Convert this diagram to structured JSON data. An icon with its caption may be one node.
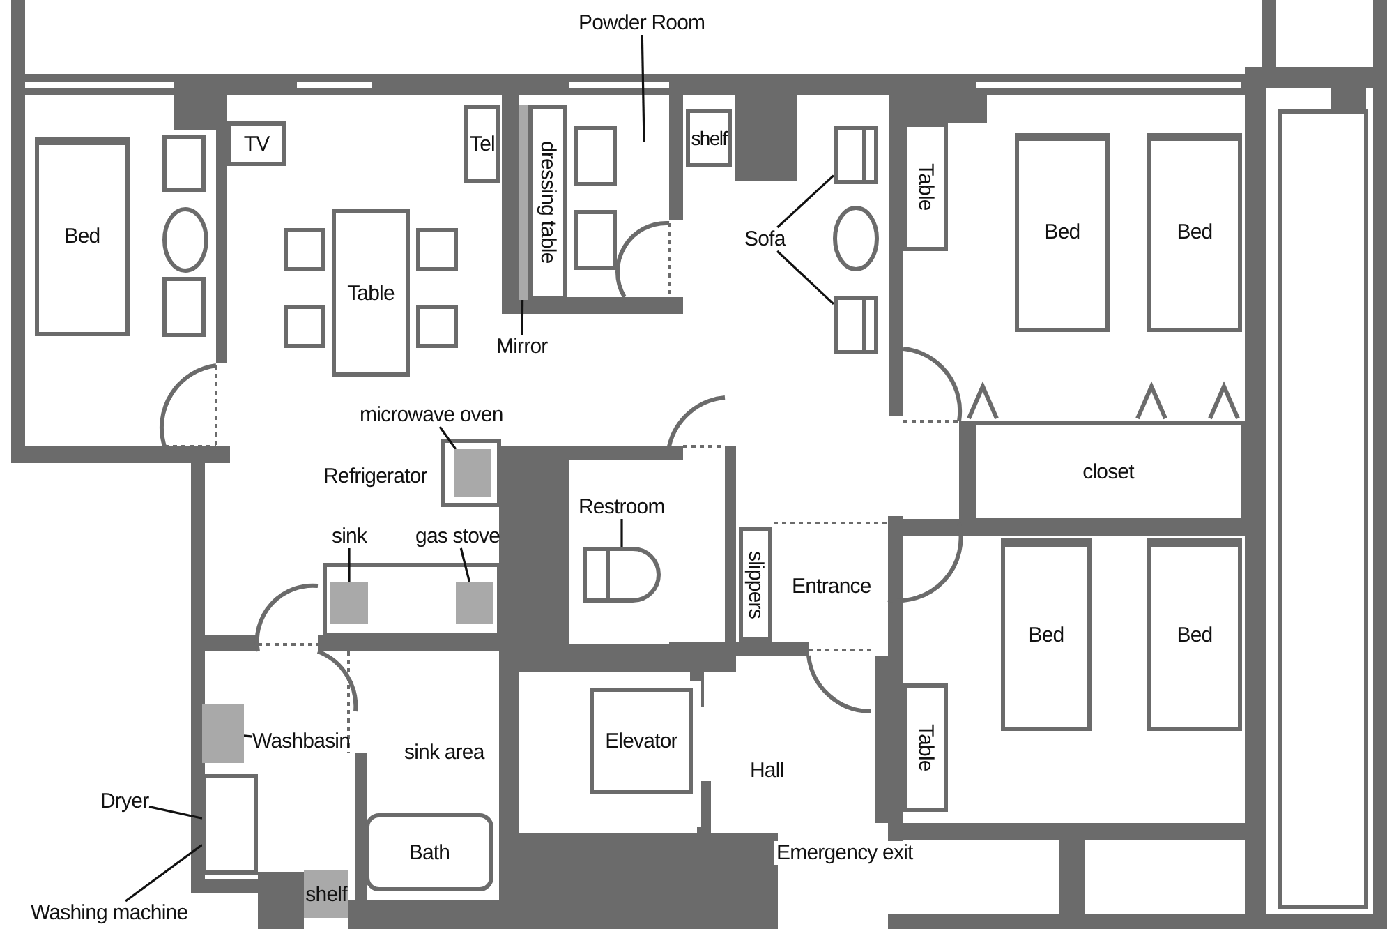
{
  "diagram": {
    "nodes": [
      {
        "text": [
          "Powder Room"
        ]
      },
      {
        "text": [
          "Tel"
        ]
      },
      {
        "text": [
          "dressing table"
        ]
      },
      {
        "text": [],
        "shape": "bar"
      },
      {
        "text": [
          "shelf"
        ]
      },
      {
        "text": [
          "TV"
        ]
      },
      {
        "text": [
          "Table"
        ]
      },
      {
        "text": [],
        "shape": "chair"
      },
      {
        "text": [
          "Bed"
        ]
      },
      {
        "text": [
          "Bed"
        ]
      },
      {
        "text": [
          "Bed"
        ]
      },
      {
        "text": [
          "Sofa"
        ]
      },
      {
        "text": [
          "Table"
        ]
      },
      {
        "text": [],
        "shape": "chair"
      },
      {
        "text": [
          "Mirror"
        ]
      },
      {
        "text": [
          "microwave oven"
        ]
      },
      {
        "text": [],
        "shape": "box"
      },
      {
        "text": [
          "closet"
        ]
      },
      {
        "text": [
          "Restroom"
        ]
      },
      {
        "text": [
          "sink"
        ]
      },
      {
        "text": [
          "gas stove"
        ]
      },
      {
        "text": [
          "slippers"
        ]
      },
      {
        "text": [],
        "shape": "toilet"
      },
      {
        "text": [],
        "shape": "box"
      },
      {
        "text": [],
        "shape": "box"
      },
      {
        "text": [
          "Bed"
        ]
      },
      {
        "text": [
          "Bed"
        ]
      },
      {
        "text": [
          "Elevator"
        ]
      },
      {
        "text": [
          "Washbasin"
        ]
      },
      {
        "text": [],
        "shape": "box"
      },
      {
        "text": [
          "Table"
        ]
      },
      {
        "text": [
          "Dryer"
        ]
      },
      {
        "text": [],
        "shape": "box"
      },
      {
        "text": [
          "Bath"
        ]
      },
      {
        "text": [
          "shelf"
        ]
      },
      {
        "text": [
          "Washing machine"
        ]
      }
    ],
    "edges": [
      {
        "from": 0,
        "to": null,
        "arrow": "none"
      },
      {
        "from": 11,
        "to": 7,
        "arrow": "none"
      },
      {
        "from": 11,
        "to": 13,
        "arrow": "none"
      },
      {
        "from": 14,
        "to": 3,
        "arrow": "none"
      },
      {
        "from": 15,
        "to": 16,
        "arrow": "none"
      },
      {
        "from": 18,
        "to": 22,
        "arrow": "none"
      },
      {
        "from": 19,
        "to": 23,
        "arrow": "none"
      },
      {
        "from": 20,
        "to": 24,
        "arrow": "none"
      },
      {
        "from": 28,
        "to": 29,
        "arrow": "none"
      },
      {
        "from": 31,
        "to": 32,
        "arrow": "none"
      },
      {
        "from": 35,
        "to": 32,
        "arrow": "none"
      }
    ],
    "labels": [
      "Refrigerator",
      "Entrance",
      "sink area",
      "Hall",
      "Emergency exit"
    ]
  }
}
